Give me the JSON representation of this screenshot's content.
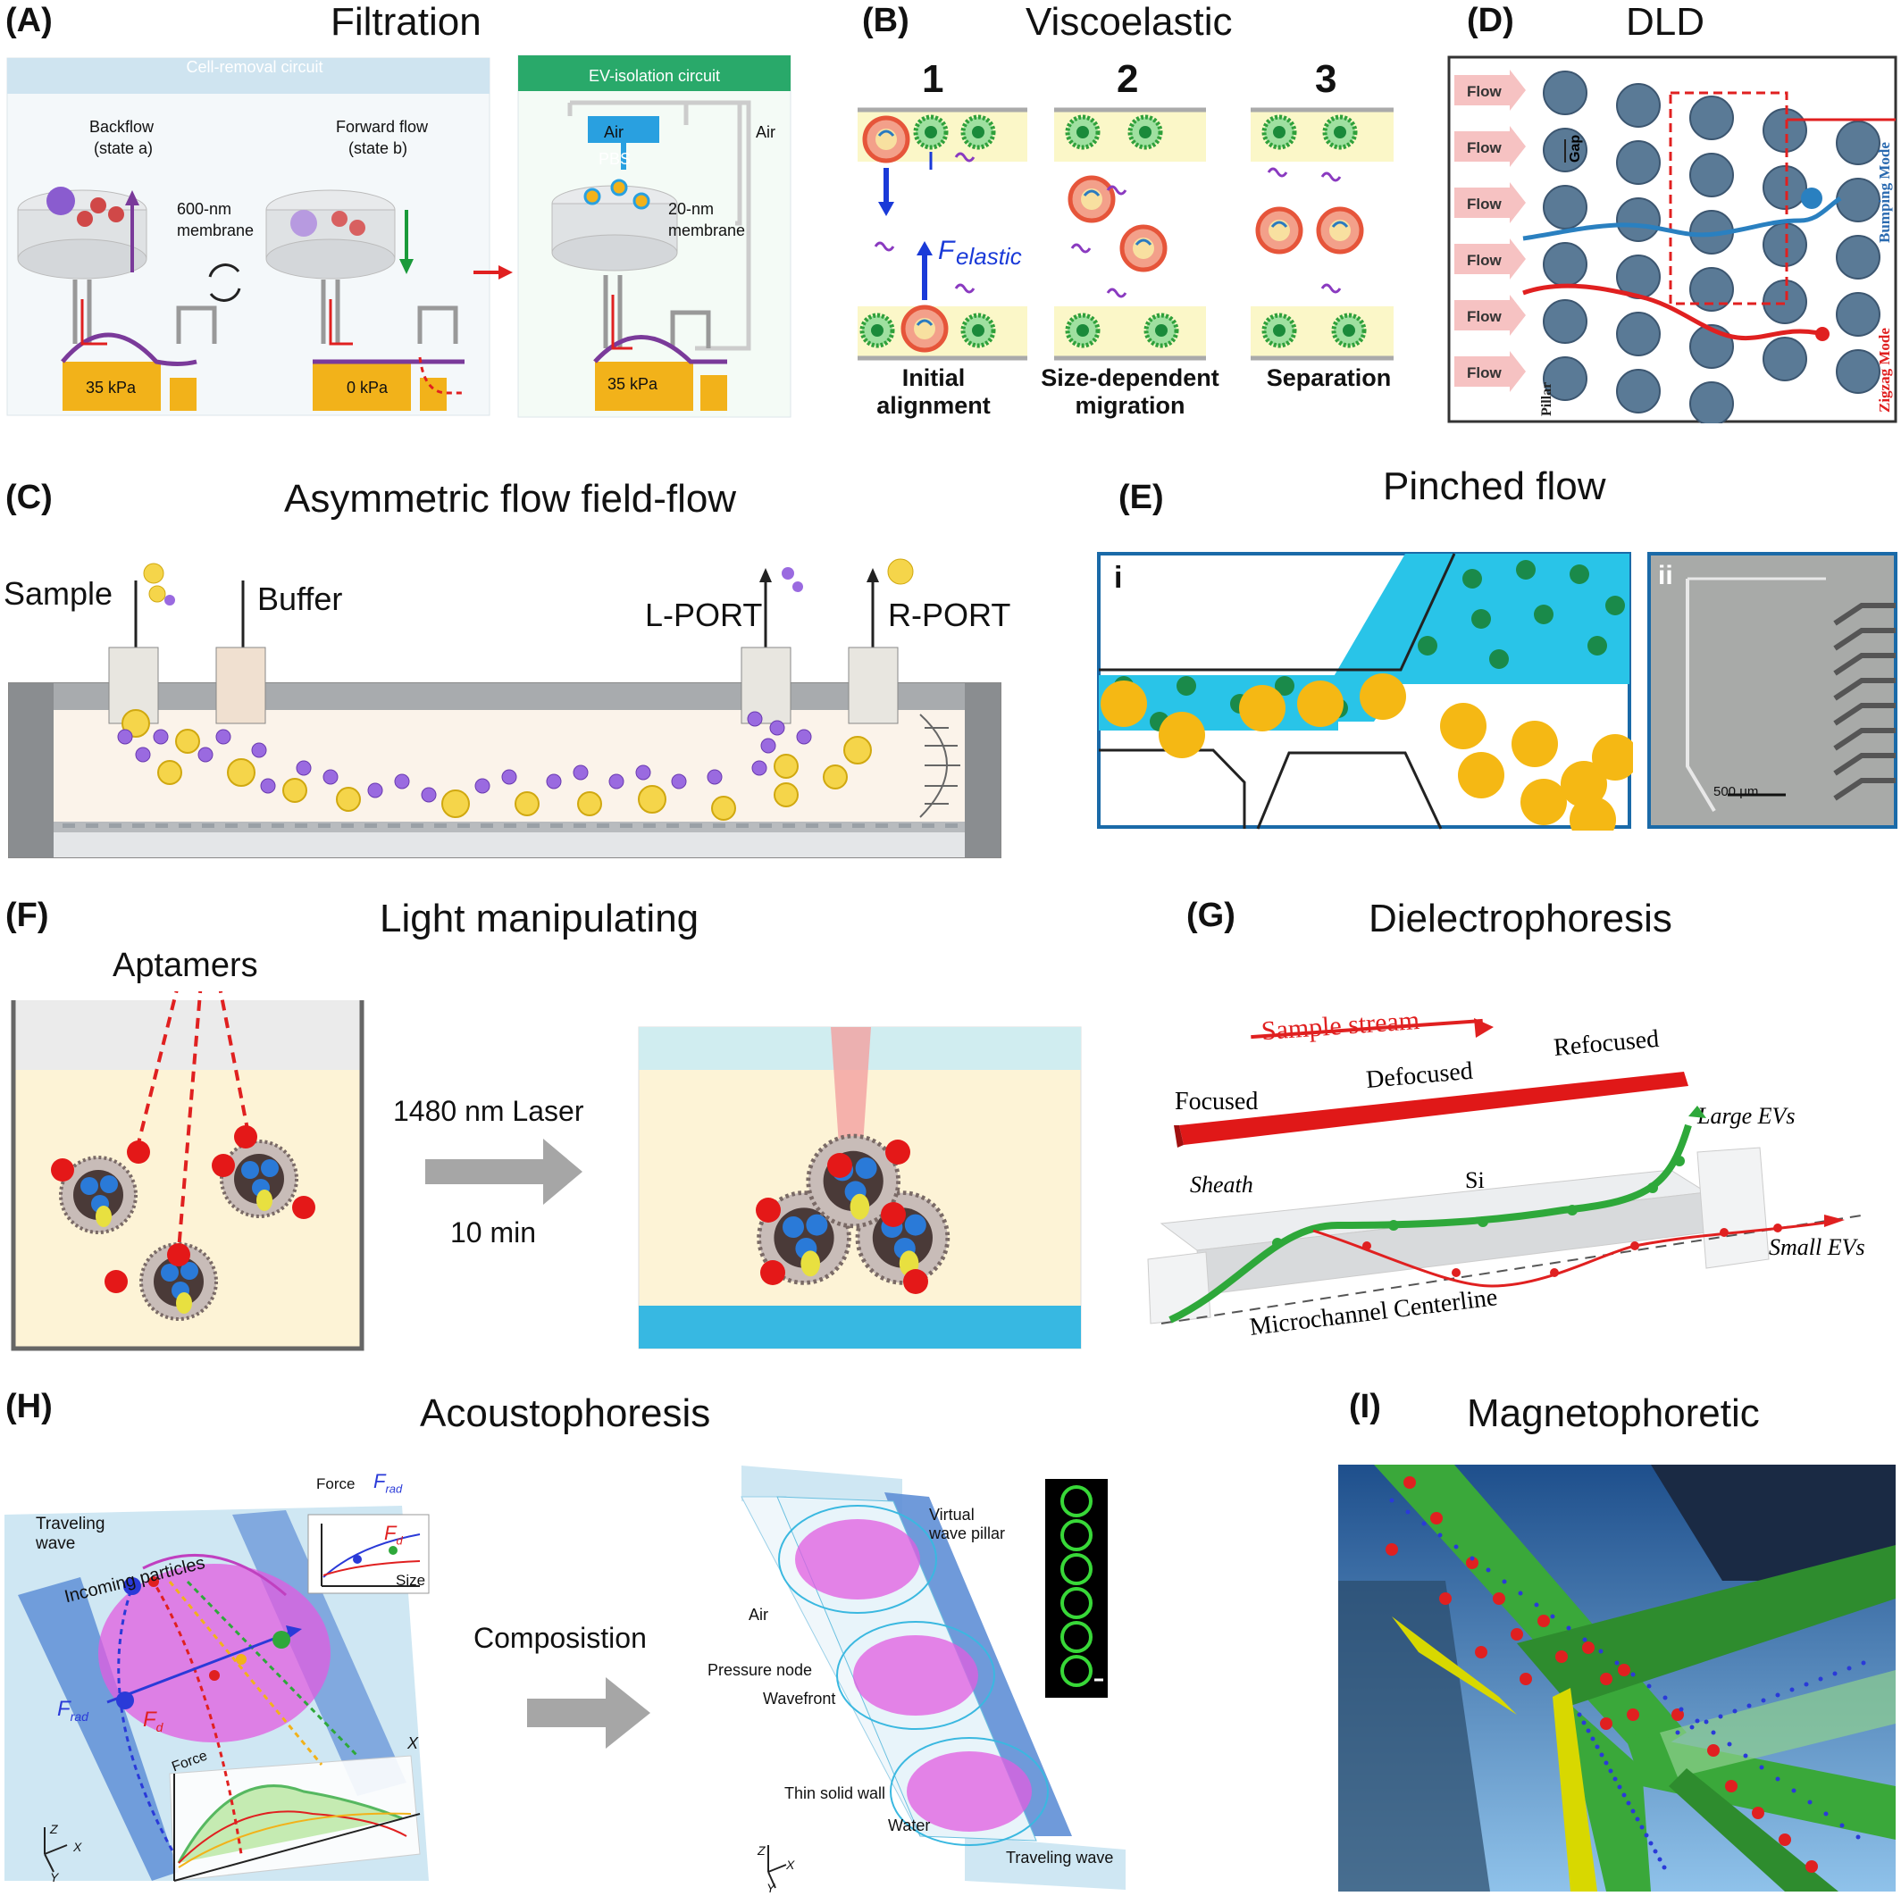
{
  "panels": {
    "A": {
      "label": "(A)",
      "title": "Filtration",
      "cell_removal": "Cell-removal circuit",
      "ev_isolation": "EV-isolation circuit",
      "backflow": "Backflow",
      "state_a": "(state a)",
      "forward": "Forward flow",
      "state_b": "(state b)",
      "membrane600a": "600-nm",
      "membrane600b": "membrane",
      "air1": "Air",
      "air2": "Air",
      "pbs": "PBS",
      "membrane20a": "20-nm",
      "membrane20b": "membrane",
      "p1": "35 kPa",
      "p2": "0 kPa",
      "p3": "35 kPa"
    },
    "B": {
      "label": "(B)",
      "title": "Viscoelastic",
      "n1": "1",
      "n2": "2",
      "n3": "3",
      "f": "F",
      "fsub": "elastic",
      "s1a": "Initial",
      "s1b": "alignment",
      "s2a": "Size-dependent",
      "s2b": "migration",
      "s3": "Separation"
    },
    "D": {
      "label": "(D)",
      "title": "DLD",
      "flow": [
        "Flow",
        "Flow",
        "Flow",
        "Flow",
        "Flow",
        "Flow"
      ],
      "gap": "Gap",
      "pillar": "Pillar",
      "bumping": "Bumping Mode",
      "zigzag": "Zigzag Mode"
    },
    "C": {
      "label": "(C)",
      "title": "Asymmetric flow field-flow",
      "sample": "Sample",
      "buffer": "Buffer",
      "lport": "L-PORT",
      "rport": "R-PORT"
    },
    "E": {
      "label": "(E)",
      "title": "Pinched flow",
      "i": "i",
      "ii": "ii",
      "scale": "500 μm"
    },
    "F": {
      "label": "(F)",
      "title": "Light manipulating",
      "aptamers": "Aptamers",
      "laser": "1480 nm Laser",
      "time": "10 min"
    },
    "G": {
      "label": "(G)",
      "title": "Dielectrophoresis",
      "sample_stream": "Sample stream",
      "focused": "Focused",
      "defocused": "Defocused",
      "refocused": "Refocused",
      "large": "Large EVs",
      "sheath": "Sheath",
      "si": "Si",
      "small": "Small EVs",
      "centerline": "Microchannel Centerline"
    },
    "H": {
      "label": "(H)",
      "title": "Acoustophoresis",
      "traveling1": "Traveling",
      "traveling2": "wave",
      "incoming": "Incoming particles",
      "force": "Force",
      "frad": "F",
      "frad_sub": "rad",
      "fd": "F",
      "fd_sub": "d",
      "size": "Size",
      "force2": "Force",
      "z": "Z",
      "x": "X",
      "y": "Y",
      "xaxis": "X",
      "composition": "Composistion",
      "virtual1": "Virtual",
      "virtual2": "wave pillar",
      "air": "Air",
      "pressure": "Pressure node",
      "wavefront": "Wavefront",
      "thin": "Thin solid wall",
      "water": "Water",
      "traveling_wave": "Traveling wave"
    },
    "I": {
      "label": "(I)",
      "title": "Magnetophoretic"
    }
  },
  "colors": {
    "paneA_left": "#cfe4f0",
    "paneA_right": "#29a96a",
    "pbs": "#29a0e0",
    "pillar": "#5a7a96",
    "cyan": "#29c4e8",
    "yellow": "#f2b21a",
    "red": "#e01b1b",
    "green": "#3cb34a",
    "magenta": "#e25ce0",
    "blue_glass": "#5f8fd6"
  }
}
